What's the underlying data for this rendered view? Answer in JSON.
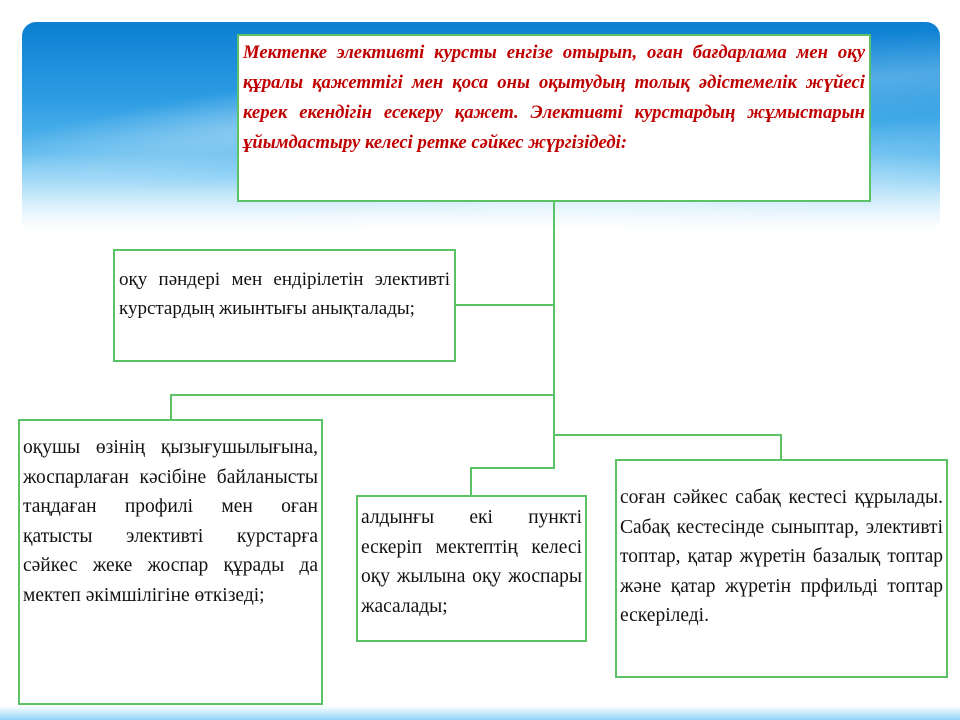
{
  "diagram": {
    "title_box": "Мектепке элективті курсты енгізе отырып, оған бағдарлама мен оқу құралы қажеттігі мен қоса оны оқытудың толық әдістемелік жүйесі керек екендігін есекеру қажет. Элективті курстардың жұмыстарын ұйымдастыру келесі ретке сәйкес жүргізідеді:",
    "step_box": "оқу пәндері мен ендірілетін элективті курстардың жиынтығы анықталады;",
    "child_boxes": [
      "оқушы өзінің қызығушылығына, жоспарлаған кәсібіне байланысты таңдаған профилі мен оған қатысты элективті курстарға сәйкес жеке жоспар құрады да мектеп әкімшілігіне өткізеді;",
      "алдынғы екі пункті ескеріп мектептің келесі оқу жылына оқу жоспары жасалады;",
      "соған сәйкес сабақ кестесі құрылады. Сабақ кестесінде сыныптар, элективті топтар, қатар жүретін базалық топтар және қатар жүретін прфильді топтар ескеріледі."
    ]
  },
  "colors": {
    "box_border": "#5cc266",
    "connector": "#5cc266",
    "title_text": "#c00000",
    "body_text": "#111111",
    "sky_top": "#0c7fd2",
    "sky_bottom": "#b9e2fa"
  }
}
